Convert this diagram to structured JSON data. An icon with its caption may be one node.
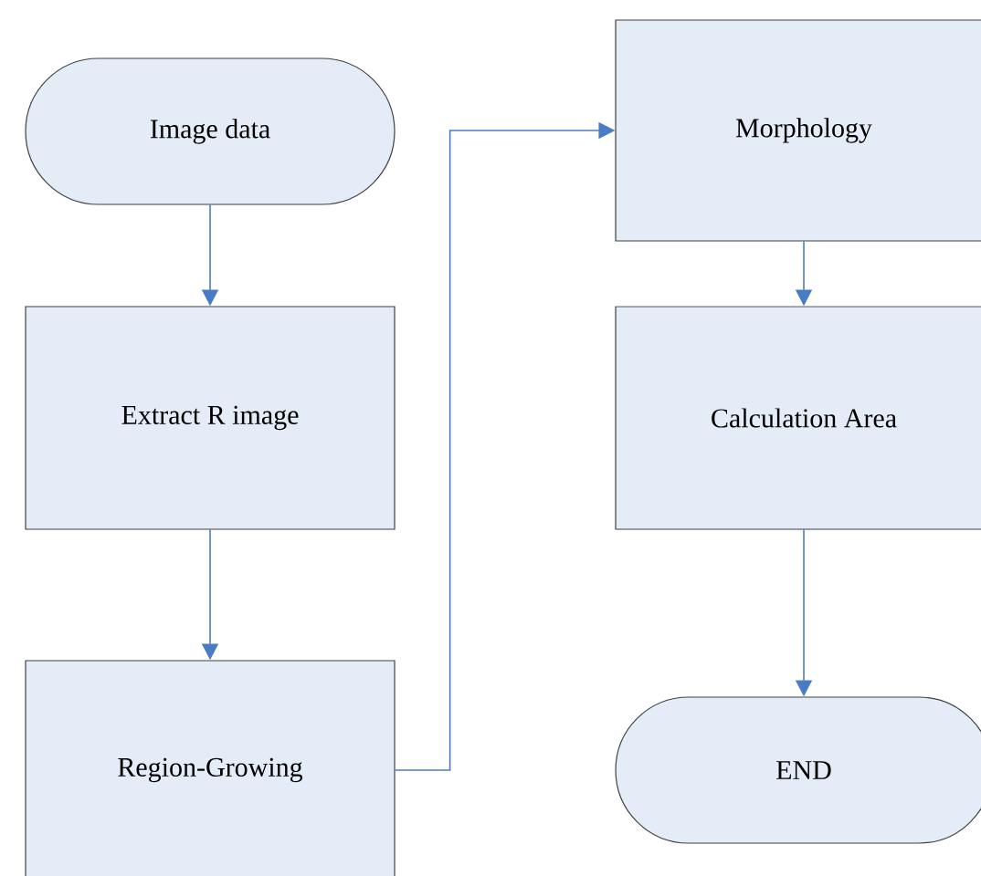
{
  "diagram": {
    "nodes": [
      {
        "text": [
          "Image data"
        ]
      },
      {
        "text": [
          "Extract R image"
        ]
      },
      {
        "text": [
          "Region-Growing"
        ]
      },
      {
        "text": [
          "Morphology"
        ]
      },
      {
        "text": [
          "Calculation Area"
        ]
      },
      {
        "text": [
          "END"
        ]
      }
    ],
    "edges": [
      {
        "from": 0,
        "to": 1,
        "arrow": "to"
      },
      {
        "from": 1,
        "to": 2,
        "arrow": "to"
      },
      {
        "from": 2,
        "to": 3,
        "arrow": "to"
      },
      {
        "from": 3,
        "to": 4,
        "arrow": "to"
      },
      {
        "from": 4,
        "to": 5,
        "arrow": "to"
      }
    ]
  }
}
